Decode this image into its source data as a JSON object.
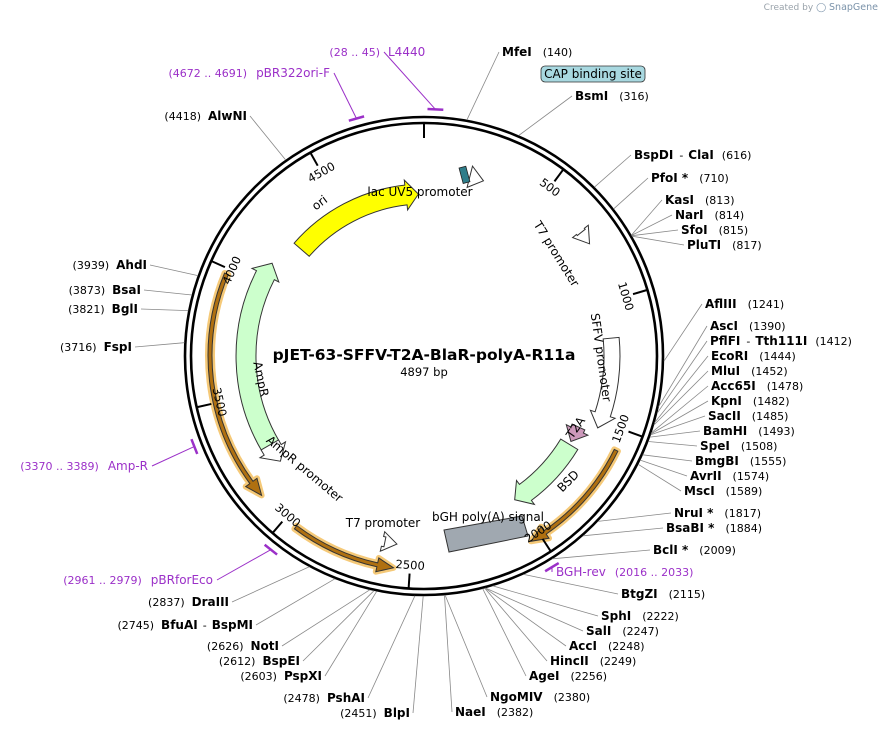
{
  "credit": {
    "prefix": "Created by",
    "brand": "SnapGene"
  },
  "plasmid": {
    "name": "pJET-63-SFFV-T2A-BlaR-polyA-R11a",
    "length": "4897 bp"
  },
  "ticks": [
    "500",
    "1000",
    "1500",
    "2000",
    "2500",
    "3000",
    "3500",
    "4000",
    "4500"
  ],
  "features": {
    "ori": "ori",
    "lacuv5": "lac UV5 promoter",
    "t7a": "T7 promoter",
    "sffv": "SFFV promoter",
    "t2a": "T2A",
    "bsd": "BSD",
    "bgh": "bGH poly(A) signal",
    "t7b": "T7 promoter",
    "amprprom": "AmpR promoter",
    "ampr": "AmpR",
    "cap": "CAP binding site"
  },
  "enzymes": [
    {
      "name": "MfeI",
      "pos": "(140)"
    },
    {
      "name": "BsmI",
      "pos": "(316)"
    },
    {
      "name": "BspDI",
      "sep": "-",
      "name2": "ClaI",
      "pos": "(616)"
    },
    {
      "name": "PfoI *",
      "pos": "(710)"
    },
    {
      "name": "KasI",
      "pos": "(813)"
    },
    {
      "name": "NarI",
      "pos": "(814)"
    },
    {
      "name": "SfoI",
      "pos": "(815)"
    },
    {
      "name": "PluTI",
      "pos": "(817)"
    },
    {
      "name": "AflIII",
      "pos": "(1241)"
    },
    {
      "name": "AscI",
      "pos": "(1390)"
    },
    {
      "name": "PflFI",
      "sep": "-",
      "name2": "Tth111I",
      "pos": "(1412)"
    },
    {
      "name": "EcoRI",
      "pos": "(1444)"
    },
    {
      "name": "MluI",
      "pos": "(1452)"
    },
    {
      "name": "Acc65I",
      "pos": "(1478)"
    },
    {
      "name": "KpnI",
      "pos": "(1482)"
    },
    {
      "name": "SacII",
      "pos": "(1485)"
    },
    {
      "name": "BamHI",
      "pos": "(1493)"
    },
    {
      "name": "SpeI",
      "pos": "(1508)"
    },
    {
      "name": "BmgBI",
      "pos": "(1555)"
    },
    {
      "name": "AvrII",
      "pos": "(1574)"
    },
    {
      "name": "MscI",
      "pos": "(1589)"
    },
    {
      "name": "NruI *",
      "pos": "(1817)"
    },
    {
      "name": "BsaBI *",
      "pos": "(1884)"
    },
    {
      "name": "BclI *",
      "pos": "(2009)"
    },
    {
      "name": "BtgZI",
      "pos": "(2115)"
    },
    {
      "name": "SphI",
      "pos": "(2222)"
    },
    {
      "name": "SalI",
      "pos": "(2247)"
    },
    {
      "name": "AccI",
      "pos": "(2248)"
    },
    {
      "name": "HincII",
      "pos": "(2249)"
    },
    {
      "name": "AgeI",
      "pos": "(2256)"
    },
    {
      "name": "NgoMIV",
      "pos": "(2380)"
    },
    {
      "name": "NaeI",
      "pos": "(2382)"
    },
    {
      "name": "BlpI",
      "pos": "(2451)"
    },
    {
      "name": "PshAI",
      "pos": "(2478)"
    },
    {
      "name": "PspXI",
      "pos": "(2603)"
    },
    {
      "name": "BspEI",
      "pos": "(2612)"
    },
    {
      "name": "NotI",
      "pos": "(2626)"
    },
    {
      "name": "BfuAI",
      "sep": "-",
      "name2": "BspMI",
      "pos": "(2745)"
    },
    {
      "name": "DraIII",
      "pos": "(2837)"
    },
    {
      "name": "FspI",
      "pos": "(3716)"
    },
    {
      "name": "BglI",
      "pos": "(3821)"
    },
    {
      "name": "BsaI",
      "pos": "(3873)"
    },
    {
      "name": "AhdI",
      "pos": "(3939)"
    },
    {
      "name": "AlwNI",
      "pos": "(4418)"
    }
  ],
  "primers": [
    {
      "name": "L4440",
      "pos": "(28 .. 45)"
    },
    {
      "name": "pBR322ori-F",
      "pos": "(4672 .. 4691)"
    },
    {
      "name": "BGH-rev",
      "pos": "(2016 .. 2033)"
    },
    {
      "name": "Amp-R",
      "pos": "(3370 .. 3389)"
    },
    {
      "name": "pBRforEco",
      "pos": "(2961 .. 2979)"
    }
  ],
  "colors": {
    "primer": "#9b30c8",
    "ori": "#ffff00",
    "ampr": "#ccffcc",
    "bgh": "#a0a8b0",
    "t2a": "#cc99bb",
    "cap": "#a8d8e0",
    "highlight": "#f5c978"
  }
}
